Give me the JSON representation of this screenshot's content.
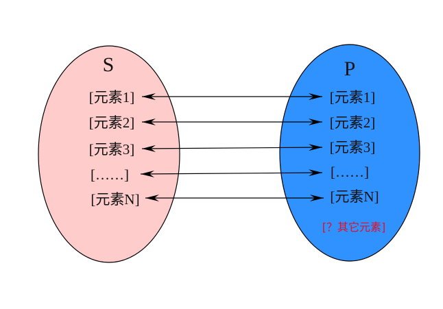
{
  "colors": {
    "set_s": "#ffcccc",
    "set_p": "#3092ff",
    "other": "#e0102a",
    "line": "#000000"
  },
  "set_s": {
    "title": "S",
    "items": [
      "[元素1]",
      "[元素2]",
      "[元素3]",
      "[……]",
      "[元素N]"
    ]
  },
  "set_p": {
    "title": "P",
    "items": [
      "[元素1]",
      "[元素2]",
      "[元素3]",
      "[……]",
      "[元素N]"
    ],
    "other": "[？其它元素]"
  }
}
